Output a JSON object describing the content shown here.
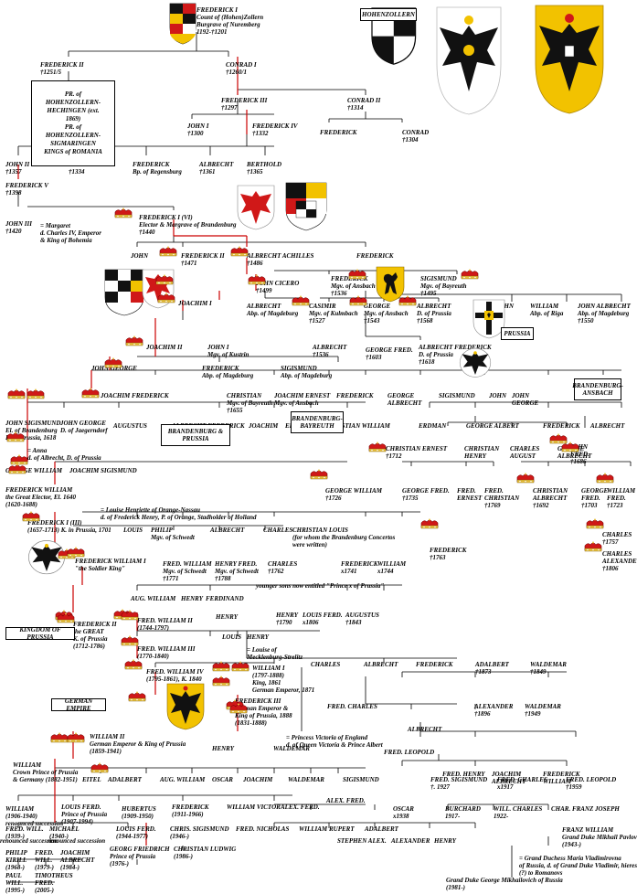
{
  "title_boxes": {
    "hohenzollern": "HOHENZOLLERN",
    "prussia": "PRUSSIA",
    "brandenburg_ansbach": "BRANDENBURG-ANSBACH",
    "brandenburg_bayreuth": "BRANDENBURG-BAYREUTH",
    "brandenburg_prussia": "BRANDENBURG & PRUSSIA",
    "kingdom_prussia": "KINGDOM OF PRUSSIA",
    "german_empire": "GERMAN EMPIRE",
    "hechingen_note": [
      "PR. of",
      "HOHENZOLLERN-",
      "HECHINGEN (ext.",
      "1869)",
      "PR. of",
      "HOHENZOLLERN-",
      "SIGMARINGEN",
      "KINGS of ROMANIA"
    ]
  },
  "people": [
    {
      "id": "p1",
      "lines": [
        "FREDERICK I",
        "Count of (Hohen)Zollern",
        "Burgrave of Nuremberg",
        "1192-†1201"
      ]
    },
    {
      "id": "p2",
      "lines": [
        "FREDERICK II",
        "†1251/5"
      ]
    },
    {
      "id": "p3",
      "lines": [
        "CONRAD I",
        "†1260/1"
      ]
    },
    {
      "id": "p4",
      "lines": [
        "FREDERICK III",
        "†1297"
      ]
    },
    {
      "id": "p5",
      "lines": [
        "CONRAD II",
        "†1314"
      ]
    },
    {
      "id": "p6",
      "lines": [
        "JOHN I",
        "†1300"
      ]
    },
    {
      "id": "p7",
      "lines": [
        "FREDERICK IV",
        "†1332"
      ]
    },
    {
      "id": "p8",
      "lines": [
        "FREDERICK"
      ]
    },
    {
      "id": "p9",
      "lines": [
        "CONRAD",
        "†1304"
      ]
    },
    {
      "id": "p10",
      "lines": [
        "JOHN II",
        "†1357"
      ]
    },
    {
      "id": "p11",
      "lines": [
        "CONRAD III",
        "†1334"
      ]
    },
    {
      "id": "p12",
      "lines": [
        "FREDERICK",
        "Bp. of Regensburg"
      ]
    },
    {
      "id": "p13",
      "lines": [
        "ALBRECHT",
        "†1361"
      ]
    },
    {
      "id": "p14",
      "lines": [
        "BERTHOLD",
        "†1365"
      ]
    },
    {
      "id": "p15",
      "lines": [
        "FREDERICK V",
        "†1398"
      ]
    },
    {
      "id": "p16",
      "lines": [
        "JOHN III",
        "†1420"
      ]
    },
    {
      "id": "p17",
      "lines": [
        "= Margaret",
        "d. Charles IV, Emperor",
        "& King of Bohemia"
      ]
    },
    {
      "id": "p18",
      "lines": [
        "FREDERICK I (VI)",
        "Elector & Margrave of Brandenburg",
        "†1440"
      ]
    },
    {
      "id": "p19",
      "lines": [
        "JOHN"
      ]
    },
    {
      "id": "p20",
      "lines": [
        "FREDERICK II",
        "†1471"
      ]
    },
    {
      "id": "p21",
      "lines": [
        "ALBRECHT ACHILLES",
        "†1486"
      ]
    },
    {
      "id": "p22",
      "lines": [
        "FREDERICK"
      ]
    },
    {
      "id": "p23",
      "lines": [
        "JOHN CICERO",
        "†1499"
      ]
    },
    {
      "id": "p24",
      "lines": [
        "FREDERICK",
        "Mgv. of Ansbach",
        "†1536"
      ]
    },
    {
      "id": "p25",
      "lines": [
        "SIGISMUND",
        "Mgv. of Bayreuth",
        "†1495"
      ]
    },
    {
      "id": "p26",
      "lines": [
        "JOACHIM I"
      ]
    },
    {
      "id": "p27",
      "lines": [
        "ALBRECHT",
        "Abp. of Magdeburg"
      ]
    },
    {
      "id": "p28",
      "lines": [
        "CASIMIR",
        "Mgv. of Kulmbach",
        "†1527"
      ]
    },
    {
      "id": "p29",
      "lines": [
        "GEORGE",
        "Mgv. of Ansbach",
        "†1543"
      ]
    },
    {
      "id": "p30",
      "lines": [
        "ALBRECHT",
        "D. of Prussia",
        "†1568"
      ]
    },
    {
      "id": "p31",
      "lines": [
        "JOHN"
      ]
    },
    {
      "id": "p32",
      "lines": [
        "WILLIAM",
        "Abp. of Riga"
      ]
    },
    {
      "id": "p33",
      "lines": [
        "JOHN ALBRECHT",
        "Abp. of Magdeburg",
        "†1550"
      ]
    },
    {
      "id": "p34",
      "lines": [
        "JOACHIM II"
      ]
    },
    {
      "id": "p35",
      "lines": [
        "JOHN I",
        "Mgv. of Kustrin"
      ]
    },
    {
      "id": "p36",
      "lines": [
        "ALBRECHT",
        "†1536"
      ]
    },
    {
      "id": "p37",
      "lines": [
        "GEORGE FRED.",
        "†1603"
      ]
    },
    {
      "id": "p38",
      "lines": [
        "ALBRECHT FREDERICK",
        "D. of Prussia",
        "†1618"
      ]
    },
    {
      "id": "p39",
      "lines": [
        "JOHN GEORGE"
      ]
    },
    {
      "id": "p40",
      "lines": [
        "FREDERICK",
        "Abp. of Magdeburg"
      ]
    },
    {
      "id": "p41",
      "lines": [
        "SIGISMUND",
        "Abp. of Magdeburg"
      ]
    },
    {
      "id": "p42",
      "lines": [
        "JOACHIM FREDERICK"
      ]
    },
    {
      "id": "p43",
      "lines": [
        "CHRISTIAN",
        "Mgv. of Bayreuth",
        "†1655"
      ]
    },
    {
      "id": "p44",
      "lines": [
        "JOACHIM ERNEST",
        "Mgv. of Ansbach"
      ]
    },
    {
      "id": "p45",
      "lines": [
        "FREDERICK"
      ]
    },
    {
      "id": "p46",
      "lines": [
        "GEORGE",
        "ALBRECHT"
      ]
    },
    {
      "id": "p47",
      "lines": [
        "SIGISMUND"
      ]
    },
    {
      "id": "p48",
      "lines": [
        "JOHN"
      ]
    },
    {
      "id": "p49",
      "lines": [
        "JOHN",
        "GEORGE"
      ]
    },
    {
      "id": "p50",
      "lines": [
        "JOHN SIGISMUND",
        "El. of Brandenburg",
        "D. of Prussia, 1618"
      ]
    },
    {
      "id": "p51",
      "lines": [
        "JOHN GEORGE",
        "D. of Jaegerndorf"
      ]
    },
    {
      "id": "p52",
      "lines": [
        "AUGUSTUS"
      ]
    },
    {
      "id": "p53",
      "lines": [
        "ALBRECHT FREDERICK"
      ]
    },
    {
      "id": "p54",
      "lines": [
        "JOACHIM"
      ]
    },
    {
      "id": "p55",
      "lines": [
        "ERNEST"
      ]
    },
    {
      "id": "p56",
      "lines": [
        "CHRISTIAN WILLIAM"
      ]
    },
    {
      "id": "p57",
      "lines": [
        "= Anna",
        "d. of Albrecht, D. of Prussia"
      ]
    },
    {
      "id": "p58",
      "lines": [
        "GEORGE WILLIAM"
      ]
    },
    {
      "id": "p59",
      "lines": [
        "JOACHIM SIGISMUND"
      ]
    },
    {
      "id": "p60",
      "lines": [
        "ERDMAN"
      ]
    },
    {
      "id": "p61",
      "lines": [
        "GEORGE ALBERT"
      ]
    },
    {
      "id": "p62",
      "lines": [
        "FREDERICK"
      ]
    },
    {
      "id": "p63",
      "lines": [
        "ALBRECHT"
      ]
    },
    {
      "id": "p64",
      "lines": [
        "CHRISTIAN ERNEST",
        "†1712"
      ]
    },
    {
      "id": "p65",
      "lines": [
        "CHRISTIAN",
        "HENRY"
      ]
    },
    {
      "id": "p66",
      "lines": [
        "CHARLES",
        "AUGUST"
      ]
    },
    {
      "id": "p67",
      "lines": [
        "GEORGE",
        "ALBRECHT"
      ]
    },
    {
      "id": "p68",
      "lines": [
        "JOHN",
        "FRED.",
        "†1686"
      ]
    },
    {
      "id": "p69",
      "lines": [
        "FREDERICK WILLIAM",
        "the Great Elector, El. 1640",
        "(1620-1688)"
      ]
    },
    {
      "id": "p70",
      "lines": [
        "= Louise Henriette of Orange-Nassau",
        "d. of Frederick Henry, P. of Orange, Stadholder of Holland"
      ]
    },
    {
      "id": "p71",
      "lines": [
        "GEORGE WILLIAM",
        "†1726"
      ]
    },
    {
      "id": "p72",
      "lines": [
        "GEORGE FRED.",
        "†1735"
      ]
    },
    {
      "id": "p73",
      "lines": [
        "FRED.",
        "ERNEST"
      ]
    },
    {
      "id": "p74",
      "lines": [
        "FRED.",
        "CHRISTIAN",
        "†1769"
      ]
    },
    {
      "id": "p75",
      "lines": [
        "CHRISTIAN",
        "ALBRECHT",
        "†1692"
      ]
    },
    {
      "id": "p76",
      "lines": [
        "GEORGE",
        "FRED.",
        "†1703"
      ]
    },
    {
      "id": "p77",
      "lines": [
        "WILLIAM",
        "FRED.",
        "†1723"
      ]
    },
    {
      "id": "p78",
      "lines": [
        "FREDERICK I (III)",
        "(1657-1713) K. in Prussia, 1701"
      ]
    },
    {
      "id": "p79",
      "lines": [
        "LOUIS"
      ]
    },
    {
      "id": "p80",
      "lines": [
        "PHILIP",
        "Mgv. of Schwedt"
      ]
    },
    {
      "id": "p81",
      "lines": [
        "ALBRECHT"
      ]
    },
    {
      "id": "p82",
      "lines": [
        "CHARLES"
      ]
    },
    {
      "id": "p83",
      "lines": [
        "CHRISTIAN LOUIS",
        "(for whom the Brandenburg Concertos",
        "were written)"
      ]
    },
    {
      "id": "p84",
      "lines": [
        "FREDERICK",
        "†1763"
      ]
    },
    {
      "id": "p85",
      "lines": [
        "CHARLES",
        "†1757"
      ]
    },
    {
      "id": "p86",
      "lines": [
        "FREDERICK WILLIAM I",
        "\"the Soldier King\""
      ]
    },
    {
      "id": "p87",
      "lines": [
        "FRED. WILLIAM",
        "Mgv. of Schwedt",
        "†1771"
      ]
    },
    {
      "id": "p88",
      "lines": [
        "HENRY FRED.",
        "Mgv. of Schwedt",
        "†1788"
      ]
    },
    {
      "id": "p89",
      "lines": [
        "CHARLES",
        "†1762"
      ]
    },
    {
      "id": "p90",
      "lines": [
        "FREDERICK",
        "x1741"
      ]
    },
    {
      "id": "p91",
      "lines": [
        "WILLIAM",
        "x1744"
      ]
    },
    {
      "id": "p92",
      "lines": [
        "CHARLES",
        "ALEXANDER",
        "†1806"
      ]
    },
    {
      "id": "p93",
      "lines": [
        "younger sons now entitled \"Prince x of Prussia\""
      ]
    },
    {
      "id": "p94",
      "lines": [
        "FREDERICK II",
        "the GREAT",
        "K. of Prussia",
        "(1712-1786)"
      ]
    },
    {
      "id": "p95",
      "lines": [
        "AUG. WILLIAM"
      ]
    },
    {
      "id": "p96",
      "lines": [
        "HENRY"
      ]
    },
    {
      "id": "p97",
      "lines": [
        "FERDINAND"
      ]
    },
    {
      "id": "p98",
      "lines": [
        "FRED. WILLIAM II",
        "(1744-1797)"
      ]
    },
    {
      "id": "p99",
      "lines": [
        "HENRY"
      ]
    },
    {
      "id": "p100",
      "lines": [
        "HENRY",
        "†1790"
      ]
    },
    {
      "id": "p101",
      "lines": [
        "LOUIS FERD.",
        "x1806"
      ]
    },
    {
      "id": "p102",
      "lines": [
        "AUGUSTUS",
        "†1843"
      ]
    },
    {
      "id": "p103",
      "lines": [
        "FRED. WILLIAM III",
        "(1770-1840)"
      ]
    },
    {
      "id": "p104",
      "lines": [
        "LOUIS"
      ]
    },
    {
      "id": "p105",
      "lines": [
        "HENRY"
      ]
    },
    {
      "id": "p106",
      "lines": [
        "= Louise of",
        "Mecklenburg-Strelitz"
      ]
    },
    {
      "id": "p107",
      "lines": [
        "FRED. WILLIAM IV",
        "(1795-1861), K. 1840"
      ]
    },
    {
      "id": "p108",
      "lines": [
        "WILLIAM I",
        "(1797-1888)",
        "King, 1861",
        "German Emperor, 1871"
      ]
    },
    {
      "id": "p109",
      "lines": [
        "CHARLES"
      ]
    },
    {
      "id": "p110",
      "lines": [
        "ALBRECHT"
      ]
    },
    {
      "id": "p111",
      "lines": [
        "FREDERICK"
      ]
    },
    {
      "id": "p112",
      "lines": [
        "ADALBERT",
        "†1873"
      ]
    },
    {
      "id": "p113",
      "lines": [
        "WALDEMAR",
        "†1849"
      ]
    },
    {
      "id": "p114",
      "lines": [
        "FREDERICK III",
        "German Emperor &",
        "King of Prussia, 1888",
        "(1831-1888)"
      ]
    },
    {
      "id": "p115",
      "lines": [
        "FRED. CHARLES"
      ]
    },
    {
      "id": "p116",
      "lines": [
        "ALBRECHT"
      ]
    },
    {
      "id": "p117",
      "lines": [
        "ALEXANDER",
        "†1896"
      ]
    },
    {
      "id": "p118",
      "lines": [
        "WALDEMAR",
        "†1949"
      ]
    },
    {
      "id": "p119",
      "lines": [
        "= Princess Victoria of England",
        "d. of Queen Victoria & Prince Albert"
      ]
    },
    {
      "id": "p120",
      "lines": [
        "WILLIAM II",
        "German Emperor & King of Prussia",
        "(1859-1941)"
      ]
    },
    {
      "id": "p121",
      "lines": [
        "HENRY"
      ]
    },
    {
      "id": "p122",
      "lines": [
        "WALDEMAR"
      ]
    },
    {
      "id": "p123",
      "lines": [
        "FRED. LEOPOLD"
      ]
    },
    {
      "id": "p124",
      "lines": [
        "FRED. HENRY"
      ]
    },
    {
      "id": "p125",
      "lines": [
        "JOACHIM",
        "ALBRECHT"
      ]
    },
    {
      "id": "p126",
      "lines": [
        "FREDERICK",
        "WILLIAM"
      ]
    },
    {
      "id": "p127",
      "lines": [
        "WILLIAM",
        "Crown Prince of Prussia",
        "& Germany (1882-1951)"
      ]
    },
    {
      "id": "p128",
      "lines": [
        "EITEL"
      ]
    },
    {
      "id": "p129",
      "lines": [
        "ADALBERT"
      ]
    },
    {
      "id": "p130",
      "lines": [
        "AUG. WILLIAM"
      ]
    },
    {
      "id": "p131",
      "lines": [
        "OSCAR"
      ]
    },
    {
      "id": "p132",
      "lines": [
        "JOACHIM"
      ]
    },
    {
      "id": "p133",
      "lines": [
        "WALDEMAR"
      ]
    },
    {
      "id": "p134",
      "lines": [
        "SIGISMUND"
      ]
    },
    {
      "id": "p135",
      "lines": [
        "FRED. SIGISMUND",
        "†. 1927"
      ]
    },
    {
      "id": "p136",
      "lines": [
        "FRED. CHARLES",
        "x1917"
      ]
    },
    {
      "id": "p137",
      "lines": [
        "FRED. LEOPOLD",
        "†1959"
      ]
    },
    {
      "id": "p138",
      "lines": [
        "WILLIAM",
        "(1906-1940)",
        "renounced succession"
      ]
    },
    {
      "id": "p139",
      "lines": [
        "LOUIS FERD.",
        "Prince of Prussia",
        "(1907-1994)"
      ]
    },
    {
      "id": "p140",
      "lines": [
        "HUBERTUS",
        "(1909-1950)"
      ]
    },
    {
      "id": "p141",
      "lines": [
        "FREDERICK",
        "(1911-1966)"
      ]
    },
    {
      "id": "p142",
      "lines": [
        "WILLIAM VICTOR"
      ]
    },
    {
      "id": "p143",
      "lines": [
        "ALEX. FERD."
      ]
    },
    {
      "id": "p144",
      "lines": [
        "ALEX. FRED."
      ]
    },
    {
      "id": "p145",
      "lines": [
        "OSCAR",
        "x1938"
      ]
    },
    {
      "id": "p146",
      "lines": [
        "BURCHARD",
        "1917-"
      ]
    },
    {
      "id": "p147",
      "lines": [
        "WILL. CHARLES",
        "1922-"
      ]
    },
    {
      "id": "p148",
      "lines": [
        "CHAR. FRANZ JOSEPH"
      ]
    },
    {
      "id": "p149",
      "lines": [
        "FRED. WILL.",
        "(1939-)"
      ]
    },
    {
      "id": "p150",
      "lines": [
        "MICHAEL",
        "(1940-)"
      ]
    },
    {
      "id": "p151",
      "lines": [
        "LOUIS FERD.",
        "(1944-1977)"
      ]
    },
    {
      "id": "p152",
      "lines": [
        "CHRIS. SIGISMUND",
        "(1946-)"
      ]
    },
    {
      "id": "p153",
      "lines": [
        "FRED. NICHOLAS"
      ]
    },
    {
      "id": "p154",
      "lines": [
        "WILLIAM"
      ]
    },
    {
      "id": "p155",
      "lines": [
        "RUPERT"
      ]
    },
    {
      "id": "p156",
      "lines": [
        "ADALBERT"
      ]
    },
    {
      "id": "p157",
      "lines": [
        "FRANZ WILLIAM",
        "Grand Duke Mikhail Pavlovich of Russia, 1976-86",
        "(1943-)"
      ]
    },
    {
      "id": "p158",
      "lines": [
        "renounced succession"
      ]
    },
    {
      "id": "p159",
      "lines": [
        "renounced succession"
      ]
    },
    {
      "id": "p160",
      "lines": [
        "GEORG FRIEDRICH",
        "Prince of Prussia",
        "(1976-)"
      ]
    },
    {
      "id": "p161",
      "lines": [
        "CHRISTIAN LUDWIG",
        "(1986-)"
      ]
    },
    {
      "id": "p162",
      "lines": [
        "STEPHEN ALEX."
      ]
    },
    {
      "id": "p163",
      "lines": [
        "ALEXANDER"
      ]
    },
    {
      "id": "p164",
      "lines": [
        "HENRY"
      ]
    },
    {
      "id": "p165",
      "lines": [
        "= Grand Duchess Maria Vladimirovna",
        "of Russia, d. of Grand Duke Vladimir, hieress",
        "(?) to Romanovs"
      ]
    },
    {
      "id": "p166",
      "lines": [
        "PHILIP",
        "KIRILL",
        "(1968-)"
      ]
    },
    {
      "id": "p167",
      "lines": [
        "FRED.",
        "WILL.",
        "(1979-)"
      ]
    },
    {
      "id": "p168",
      "lines": [
        "JOACHIM",
        "ALBRECHT",
        "(1984-)"
      ]
    },
    {
      "id": "p169",
      "lines": [
        "PAUL",
        "WILL.",
        "(1995-)"
      ]
    },
    {
      "id": "p170",
      "lines": [
        "TIMOTHEUS",
        "FRED.",
        "(2005-)"
      ]
    },
    {
      "id": "p171",
      "lines": [
        "Grand Duke George Mikhailovich of Russia",
        "(1981-)"
      ]
    }
  ],
  "colors": {
    "line": "#000000",
    "main_line": "#cc0000",
    "crown": "#d01818",
    "gold": "#f2c200",
    "black": "#111111"
  },
  "emblems": [
    "crown-icon",
    "hohenzollern-shield-icon",
    "prussian-eagle-icon",
    "imperial-eagle-icon",
    "brandenburg-eagle-icon",
    "ansbach-lion-icon",
    "imperial-crown-icon"
  ]
}
